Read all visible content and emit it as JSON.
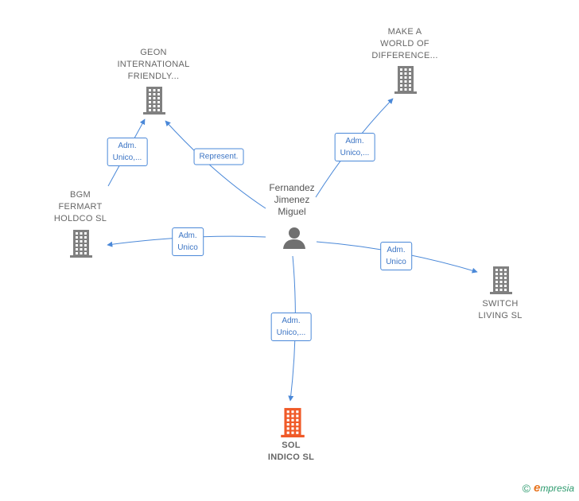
{
  "colors": {
    "company_icon": "#808080",
    "main_company_icon": "#f05a28",
    "person_icon": "#707070",
    "edge": "#4a88d8",
    "edge_label_text": "#3b74c4",
    "node_label": "#666666"
  },
  "person": {
    "name_lines": [
      "Fernandez",
      "Jimenez",
      "Miguel"
    ],
    "icon": "person-icon"
  },
  "companies": {
    "geon": {
      "name_lines": [
        "GEON",
        "INTERNATIONAL",
        "FRIENDLY..."
      ],
      "icon": "building-icon"
    },
    "make_a_world": {
      "name_lines": [
        "MAKE A",
        "WORLD OF",
        "DIFFERENCE..."
      ],
      "icon": "building-icon"
    },
    "bgm": {
      "name_lines": [
        "BGM",
        "FERMART",
        "HOLDCO  SL"
      ],
      "icon": "building-icon"
    },
    "switch_living": {
      "name_lines": [
        "SWITCH",
        "LIVING  SL"
      ],
      "icon": "building-icon"
    },
    "sol_indico": {
      "name_lines": [
        "SOL",
        "INDICO  SL"
      ],
      "icon": "building-icon"
    }
  },
  "relations": {
    "bgm_to_geon": [
      "Adm.",
      "Unico,..."
    ],
    "person_to_geon": [
      "Represent."
    ],
    "person_to_make_a_world": [
      "Adm.",
      "Unico,..."
    ],
    "person_to_bgm": [
      "Adm.",
      "Unico"
    ],
    "person_to_switch_living": [
      "Adm.",
      "Unico"
    ],
    "person_to_sol_indico": [
      "Adm.",
      "Unico,..."
    ]
  },
  "footer": {
    "copyright_symbol": "©",
    "brand_initial": "e",
    "brand_rest": "mpresia"
  }
}
